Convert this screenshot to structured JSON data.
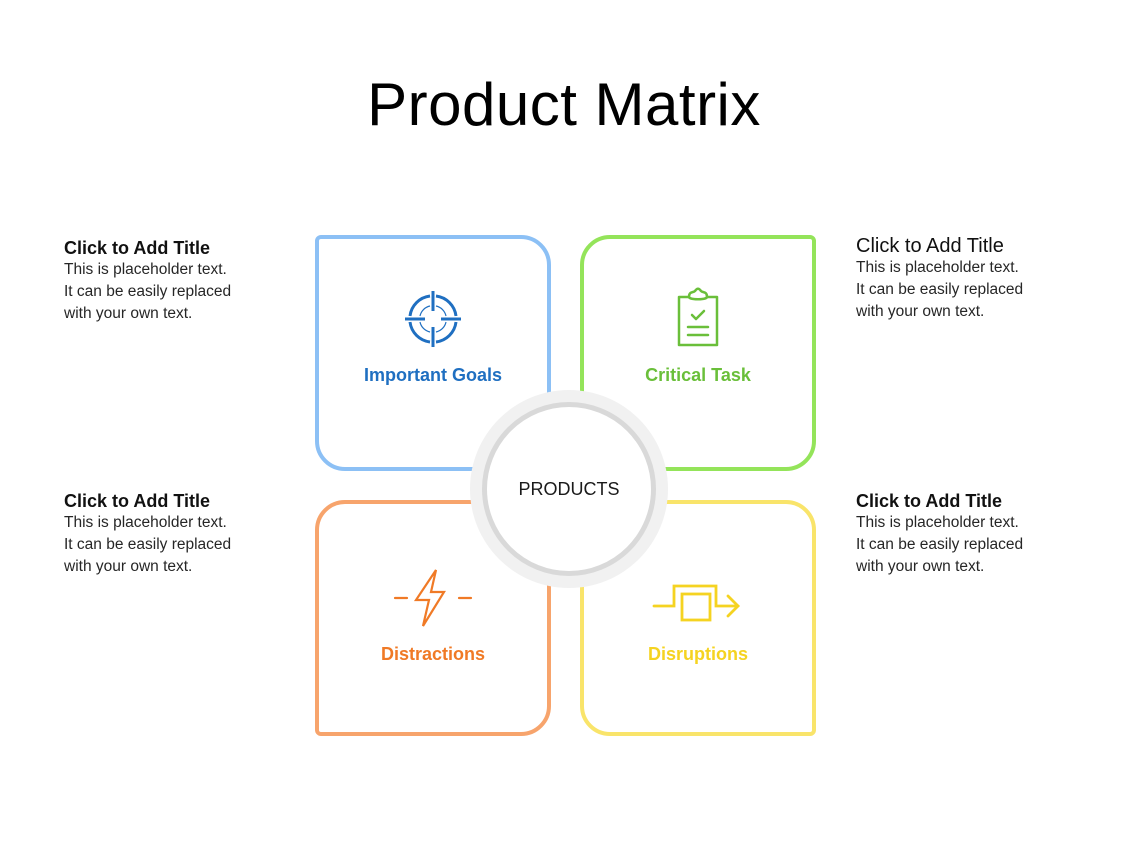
{
  "slide": {
    "title": "Product Matrix",
    "center_label": "PRODUCTS",
    "quadrants": [
      {
        "label": "Important Goals",
        "icon": "target-icon",
        "color": "#1f6fc1",
        "border": "#8cc0f5"
      },
      {
        "label": "Critical Task",
        "icon": "clipboard-check-icon",
        "color": "#6abf3a",
        "border": "#94e45a"
      },
      {
        "label": "Distractions",
        "icon": "lightning-icon",
        "color": "#f07a26",
        "border": "#f7a46c"
      },
      {
        "label": "Disruptions",
        "icon": "process-arrow-icon",
        "color": "#f5d321",
        "border": "#f9e46a"
      }
    ],
    "side_texts": [
      {
        "title": "Click to Add Title",
        "body": "This is placeholder text.\nIt can be easily replaced\nwith your own text."
      },
      {
        "title": "Click to Add Title",
        "body": "This is placeholder text.\nIt can be easily replaced\nwith your own text."
      },
      {
        "title": "Click to Add Title",
        "body": "This is placeholder text.\nIt can be easily replaced\nwith your own text."
      },
      {
        "title": "Click to Add Title",
        "body": "This is placeholder text.\nIt can be easily replaced\nwith your own text."
      }
    ]
  }
}
